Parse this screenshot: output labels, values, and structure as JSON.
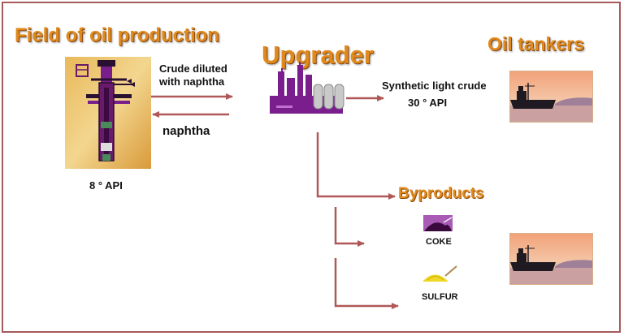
{
  "titles": {
    "field": "Field of oil production",
    "upgrader": "Upgrader",
    "tankers": "Oil tankers",
    "byproducts": "Byproducts"
  },
  "labels": {
    "crude_diluted_line1": "Crude diluted",
    "crude_diluted_line2": "with naphtha",
    "naphtha": "naphtha",
    "field_api": "8 ° API",
    "synthetic_line1": "Synthetic light crude",
    "synthetic_line2": "30 ° API",
    "coke": "COKE",
    "sulfur": "SULFUR"
  },
  "icons": {
    "wellhead": "oil-wellhead-icon",
    "upgrader": "refinery-plant-icon",
    "tanker": "oil-tanker-photo",
    "coke": "coke-pile-icon",
    "sulfur": "sulfur-pile-icon"
  },
  "colors": {
    "title_orange": "#e08a1e",
    "arrow_red": "#b05858",
    "plant_purple": "#7a1e8e",
    "frame": "#a65a5a"
  }
}
